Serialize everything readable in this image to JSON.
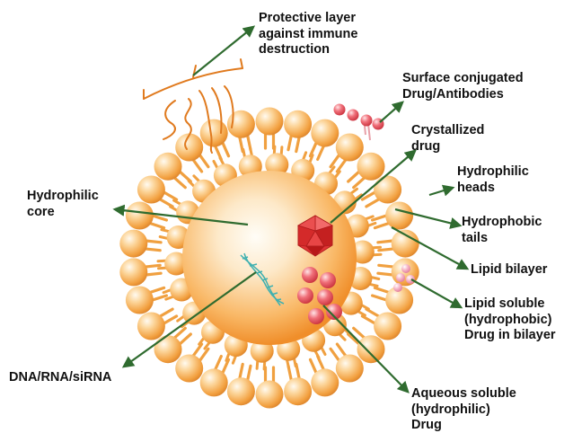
{
  "labels": {
    "protective_layer": "Protective layer\nagainst immune\ndestruction",
    "surface_conjugated": "Surface conjugated\nDrug/Antibodies",
    "crystallized_drug": "Crystallized\ndrug",
    "hydrophilic_heads": "Hydrophilic\nheads",
    "hydrophilic_core": "Hydrophilic\ncore",
    "hydrophobic_tails": "Hydrophobic\ntails",
    "lipid_bilayer": "Lipid bilayer",
    "lipid_soluble_drug": "Lipid soluble\n(hydrophobic)\nDrug in bilayer",
    "dna_rna_sirna": "DNA/RNA/siRNA",
    "aqueous_soluble_drug": "Aqueous soluble\n(hydrophilic)\nDrug"
  },
  "colors": {
    "lipid_head": "#f5a94a",
    "lipid_tail": "#f0a040",
    "core": "#f7a53e",
    "arrow": "#2f6b2f",
    "crystal": "#e03535",
    "aqueous_drug": "#ef5a62",
    "dna": "#3fb0b0"
  },
  "icons": {
    "crystal": "icosahedron-crystal-icon",
    "dna": "dna-helix-icon",
    "antibody": "conjugated-antibody-icon"
  }
}
